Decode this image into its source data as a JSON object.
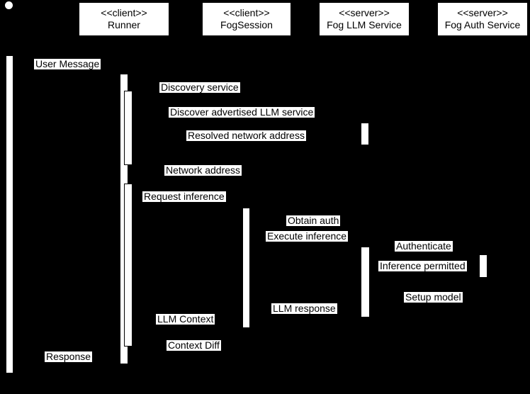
{
  "diagram": {
    "type": "uml-sequence-diagram",
    "colors": {
      "background": "#000000",
      "shape_fill": "#ffffff",
      "text": "#000000"
    },
    "lifelines": [
      {
        "stereotype": "<<client>>",
        "name": "Runner"
      },
      {
        "stereotype": "<<client>>",
        "name": "FogSession"
      },
      {
        "stereotype": "<<server>>",
        "name": "Fog LLM Service"
      },
      {
        "stereotype": "<<server>>",
        "name": "Fog Auth Service"
      }
    ],
    "messages": [
      {
        "text": "User Message"
      },
      {
        "text": "Discovery service"
      },
      {
        "text": "Discover advertised LLM service"
      },
      {
        "text": "Resolved network address"
      },
      {
        "text": "Network address"
      },
      {
        "text": "Request inference"
      },
      {
        "text": "Obtain auth"
      },
      {
        "text": "Execute inference"
      },
      {
        "text": "Authenticate"
      },
      {
        "text": "Inference permitted"
      },
      {
        "text": "Setup model"
      },
      {
        "text": "LLM response"
      },
      {
        "text": "LLM Context"
      },
      {
        "text": "Context Diff"
      },
      {
        "text": "Response"
      }
    ]
  }
}
